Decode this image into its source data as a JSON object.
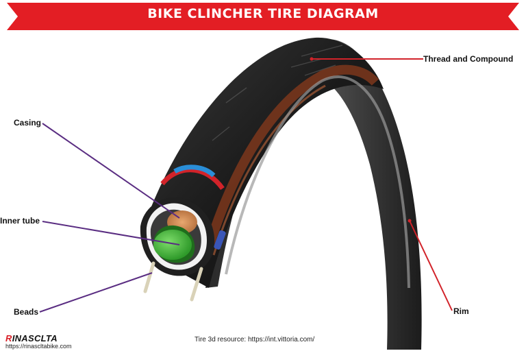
{
  "banner": {
    "title": "BIKE CLINCHER TIRE DIAGRAM",
    "color": "#e31e24"
  },
  "labels": {
    "thread": "Thread and Compound",
    "casing": "Casing",
    "inner_tube": "Inner tube",
    "beads": "Beads",
    "rim": "Rim"
  },
  "colors": {
    "leader_purple": "#5a2d82",
    "leader_red": "#d2232a"
  },
  "footer": {
    "logo_first": "R",
    "logo_rest": "INASCLTA",
    "url": "https://rinascltabike.com",
    "resource": "Tire 3d resource: https://int.vittoria.com/"
  }
}
